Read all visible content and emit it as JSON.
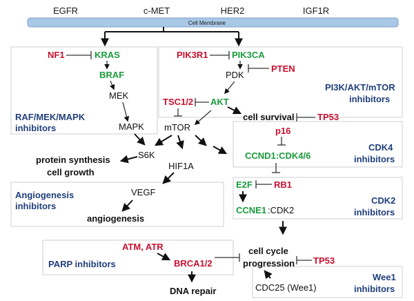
{
  "receptors": [
    "EGFR",
    "c-MET",
    "HER2",
    "IGF1R"
  ],
  "membrane_label": "Cell Membrane",
  "colors": {
    "suppressor": "#c8102e",
    "oncogene": "#1a9b3c",
    "inhibitor": "#1f3f7a",
    "membrane": "#a9c8e6"
  },
  "nodes": {
    "nf1": "NF1",
    "kras": "KRAS",
    "braf": "BRAF",
    "mek": "MEK",
    "mapk": "MAPK",
    "pik3r1": "PIK3R1",
    "pik3ca": "PIK3CA",
    "pten": "PTEN",
    "pdk": "PDK",
    "tsc": "TSC1/2",
    "akt": "AKT",
    "mtor": "mTOR",
    "cell_survival": "cell survival",
    "tp53_top": "TP53",
    "p16": "p16",
    "ccnd1_cdk46": "CCND1:CDK4/6",
    "s6k": "S6K",
    "hif1a": "HIF1A",
    "protein_synthesis": "protein synthesis",
    "cell_growth": "cell growth",
    "vegf": "VEGF",
    "angiogenesis": "angiogenesis",
    "e2f": "E2F",
    "rb1": "RB1",
    "ccne1": "CCNE1",
    "cdk2_suffix": ":CDK2",
    "atm_atr": "ATM, ATR",
    "brca12": "BRCA1/2",
    "dna_repair": "DNA repair",
    "cell_cycle": "cell cycle",
    "progression": "progression",
    "tp53_bottom": "TP53",
    "cdc25": "CDC25 (Wee1)"
  },
  "inhibitor_groups": {
    "raf": [
      "RAF/MEK/MAPK",
      "inhibitors"
    ],
    "pi3k": [
      "PI3K/AKT/mTOR",
      "inhibitors"
    ],
    "cdk46": [
      "CDK4",
      "inhibitors"
    ],
    "angio": [
      "Angiogenesis",
      "inhibitors"
    ],
    "cdk2": [
      "CDK2",
      "inhibitors"
    ],
    "parp": [
      "PARP inhibitors"
    ],
    "wee1": [
      "Wee1",
      "inhibitors"
    ]
  }
}
